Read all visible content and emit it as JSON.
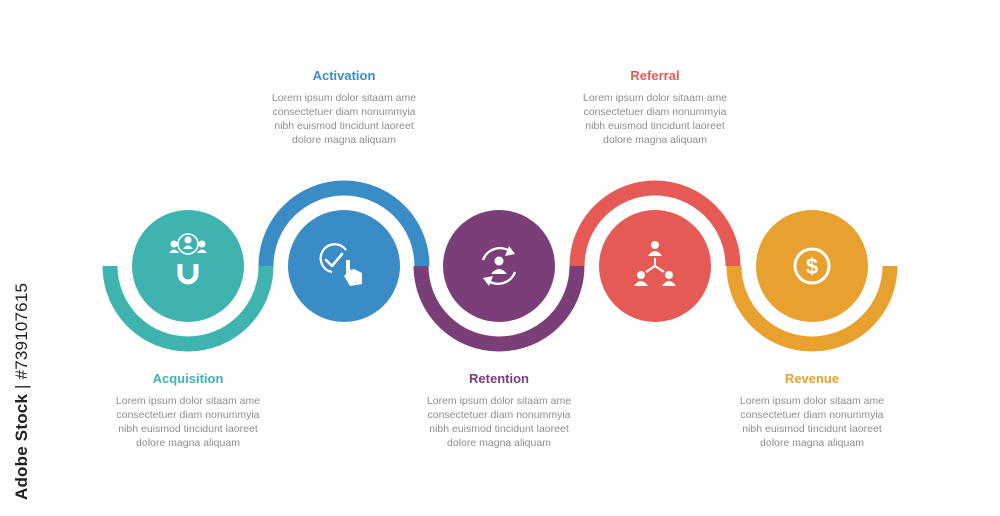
{
  "steps": [
    {
      "title": "Acquisition",
      "color": "#3fb3b0",
      "icon": "magnet-users-icon",
      "pos": "bottom",
      "text": [
        "Lorem ipsum dolor sitaam ame",
        "consectetuer diam nonummyia",
        "nibh euismod tincidunt laoreet",
        "dolore magna aliquam"
      ]
    },
    {
      "title": "Activation",
      "color": "#3a8cc6",
      "icon": "check-hand-click-icon",
      "pos": "top",
      "text": [
        "Lorem ipsum dolor sitaam ame",
        "consectetuer diam nonummyia",
        "nibh euismod tincidunt laoreet",
        "dolore magna aliquam"
      ]
    },
    {
      "title": "Retention",
      "color": "#7a3f78",
      "icon": "user-cycle-icon",
      "pos": "bottom",
      "text": [
        "Lorem ipsum dolor sitaam ame",
        "consectetuer diam nonummyia",
        "nibh euismod tincidunt laoreet",
        "dolore magna aliquam"
      ]
    },
    {
      "title": "Referral",
      "color": "#e65a55",
      "icon": "referral-network-icon",
      "pos": "top",
      "text": [
        "Lorem ipsum dolor sitaam ame",
        "consectetuer diam nonummyia",
        "nibh euismod tincidunt laoreet",
        "dolore magna aliquam"
      ]
    },
    {
      "title": "Revenue",
      "color": "#e8a12f",
      "icon": "dollar-coin-icon",
      "pos": "bottom",
      "text": [
        "Lorem ipsum dolor sitaam ame",
        "consectetuer diam nonummyia",
        "nibh euismod tincidunt laoreet",
        "dolore magna aliquam"
      ]
    }
  ],
  "stock_credit": {
    "brand": "Adobe Stock",
    "id": "#739107615"
  }
}
